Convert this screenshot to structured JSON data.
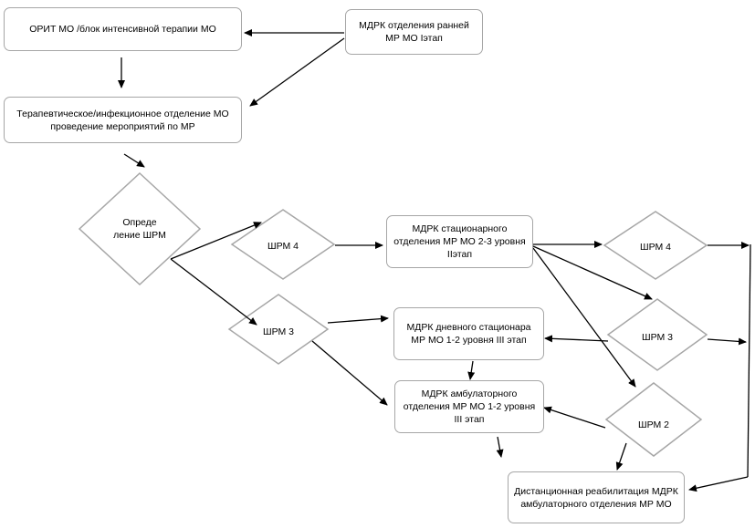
{
  "nodes": {
    "orit": "ОРИТ МО /блок интенсивной терапии МО",
    "mdrk_early": "МДРК отделения ранней МР МО Iэтап",
    "therapy": "Терапевтическое/инфекционное отделение МО проведение мероприятий по МР",
    "shrm_def": "Опреде ление ШРМ",
    "shrm4_left": "ШРМ 4",
    "shrm3_left": "ШРМ 3",
    "mdrk_stat": "МДРК  стационарного отделения МР МО 2-3 уровня  IIэтап",
    "mdrk_day": "МДРК дневного стационара МР МО 1-2 уровня  III этап",
    "mdrk_amb": "МДРК амбулаторного отделения  МР МО 1-2 уровня III  этап",
    "shrm4_right": "ШРМ 4",
    "shrm3_right": "ШРМ 3",
    "shrm2": "ШРМ 2",
    "remote": "Дистанционная реабилитация МДРК амбулаторного отделения МР МО"
  }
}
